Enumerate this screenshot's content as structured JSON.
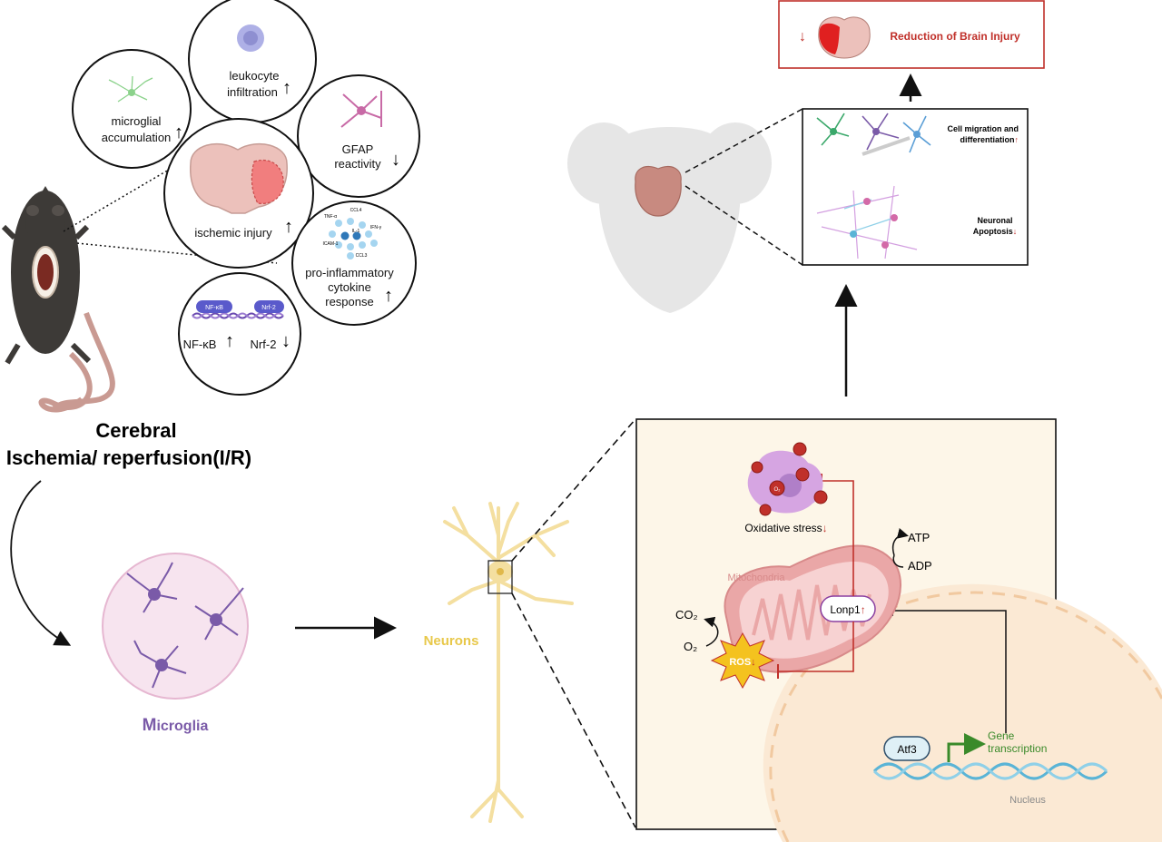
{
  "title": {
    "line1": "Cerebral",
    "line2": "Ischemia/ reperfusion(I/R)"
  },
  "panels": {
    "microglial": {
      "line1": "microglial",
      "line2": "accumulation",
      "arrow": "↑"
    },
    "leukocyte": {
      "line1": "leukocyte",
      "line2": "infiltration",
      "arrow": "↑"
    },
    "gfap": {
      "line1": "GFAP",
      "line2": "reactivity",
      "arrow": "↓"
    },
    "ischemic": {
      "line1": "ischemic injury",
      "arrow": "↑"
    },
    "cytokine": {
      "line1": "pro-inflammatory",
      "line2": "cytokine",
      "line3": "response",
      "arrow": "↑",
      "molecules": [
        "TNF-α",
        "CCL4",
        "IL-1",
        "IFN-γ",
        "ICAM-1",
        "CCL3"
      ]
    },
    "nfkb": {
      "pill1": "NF-κB",
      "pill2": "Nrf-2",
      "label1": "NF-κB",
      "label2": "Nrf-2",
      "arrow1": "↑",
      "arrow2": "↓"
    }
  },
  "microglia_label": {
    "first": "M",
    "rest": "icroglia"
  },
  "neurons_label": "Neurons",
  "outcome": {
    "reduction_arrow": "↓",
    "reduction_text": "Reduction of Brain Injury",
    "cell_migration": {
      "line1": "Cell migration and",
      "line2": "differentiation",
      "arrow": "↑"
    },
    "apoptosis": {
      "line1": "Neuronal",
      "line2": "Apoptosis",
      "arrow": "↓"
    }
  },
  "mechanism": {
    "oxidative": "Oxidative stress",
    "oxidative_arrow": "↓",
    "o2_particle": "O₂",
    "mitochondria": "Mitochondria",
    "atp": "ATP",
    "adp": "ADP",
    "lonp1": "Lonp1",
    "lonp1_arrow": "↑",
    "co2": "CO₂",
    "o2": "O₂",
    "ros": "ROS",
    "ros_arrow": "↓",
    "atf3": "Atf3",
    "gene1": "Gene",
    "gene2": "transcription",
    "nucleus": "Nucleus"
  },
  "colors": {
    "red": "#c0302a",
    "purple": "#6a4a9a",
    "neuron": "#e8c84a",
    "mito": "#e8a0a0",
    "nucleus_fill": "#fbe9d4",
    "green": "#3a8a2a"
  }
}
